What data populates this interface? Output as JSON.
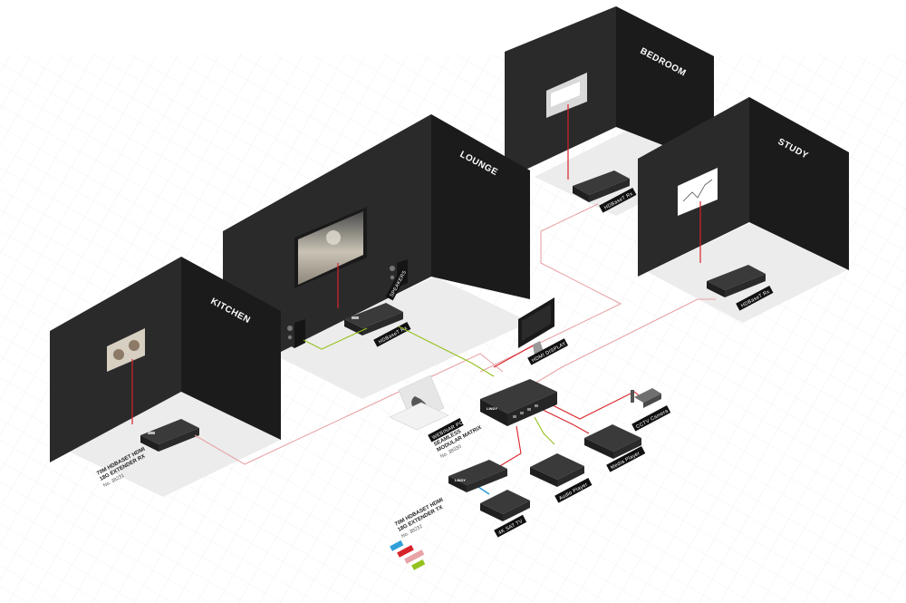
{
  "rooms": {
    "kitchen": "KITCHEN",
    "lounge": "LOUNGE",
    "bedroom": "BEDROOM",
    "study": "STUDY"
  },
  "devices": {
    "lounge_rx": "HDBaseT Rx",
    "bedroom_rx": "HDBaseT Rx",
    "study_rx": "HDBaseT Rx",
    "speakers": "SPEAKERS",
    "hdmi_display": "HDMI DISPLAY",
    "webinar_pc": "WEBINAR PC",
    "cctv_camera": "CCTV Camera",
    "media_player": "Media Player",
    "audio_player": "Audio Player",
    "4k_sat_tv": "4K SAT TV"
  },
  "notes": {
    "rx_title_1": "70M HDBASET HDMI",
    "rx_title_2": "18G EXTENDER RX",
    "rx_part": "No. 38231",
    "matrix_title_1": "SEAMLESS",
    "matrix_title_2": "MODULAR MATRIX",
    "matrix_part": "No. 38330",
    "tx_title_1": "70M HDBASET HDMI",
    "tx_title_2": "18G EXTENDER TX",
    "tx_part": "No. 38232"
  },
  "brand": "LINDY",
  "colors": {
    "wall_dark": "#2b2a2b",
    "wall_side": "#1b1b1c",
    "floor": "#efefef",
    "cable_red": "#d8232a",
    "cable_pink": "#e8a3a6",
    "cable_green": "#94c11f",
    "cable_blue": "#2f9fd8"
  },
  "legend_colors": [
    "#2f9fd8",
    "#d8232a",
    "#e8a3a6",
    "#94c11f"
  ]
}
